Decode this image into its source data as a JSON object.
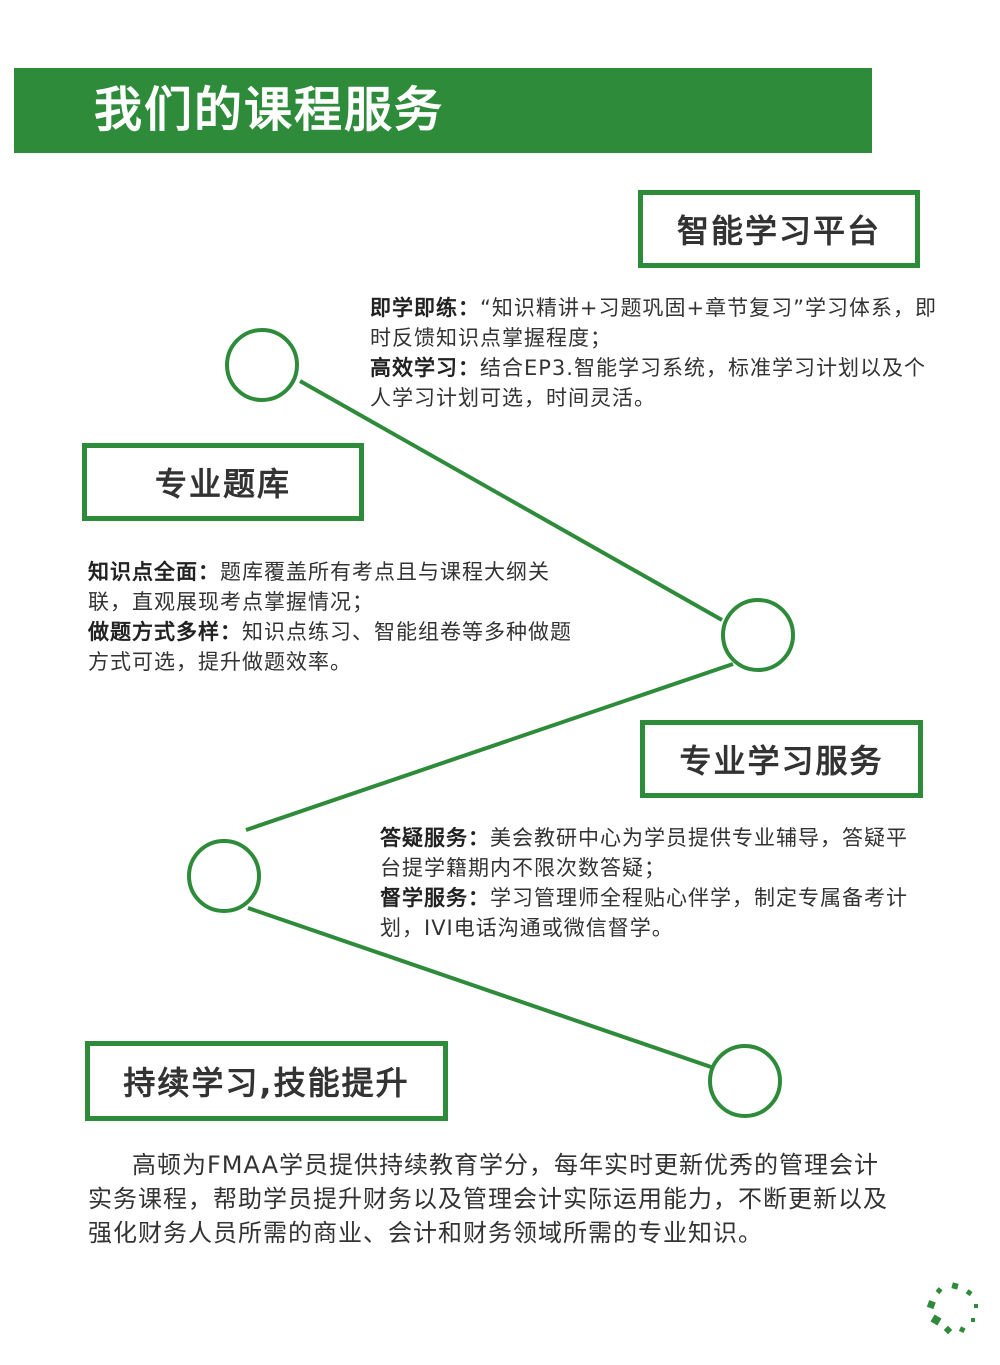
{
  "banner": {
    "title": "我们的课程服务"
  },
  "sections": [
    {
      "title": "智能学习平台",
      "points": [
        {
          "lead": "即学即练：",
          "text": "“知识精讲+习题巩固+章节复习”学习体系，即时反馈知识点掌握程度；"
        },
        {
          "lead": "高效学习：",
          "text": "结合EP3.智能学习系统，标准学习计划以及个人学习计划可选，时间灵活。"
        }
      ]
    },
    {
      "title": "专业题库",
      "points": [
        {
          "lead": "知识点全面：",
          "text": "题库覆盖所有考点且与课程大纲关联，直观展现考点掌握情况；"
        },
        {
          "lead": "做题方式多样：",
          "text": "知识点练习、智能组卷等多种做题方式可选，提升做题效率。"
        }
      ]
    },
    {
      "title": "专业学习服务",
      "points": [
        {
          "lead": "答疑服务：",
          "text": "美会教研中心为学员提供专业辅导，答疑平台提学籍期内不限次数答疑；"
        },
        {
          "lead": "督学服务：",
          "text": "学习管理师全程贴心伴学，制定专属备考计划，IVI电话沟通或微信督学。"
        }
      ]
    },
    {
      "title": "持续学习,技能提升",
      "paragraph": "高顿为FMAA学员提供持续教育学分，每年实时更新优秀的管理会计实务课程，帮助学员提升财务以及管理会计实际运用能力，不断更新以及强化财务人员所需的商业、会计和财务领域所需的专业知识。"
    }
  ],
  "colors": {
    "accent": "#2e8b3a",
    "text": "#333333",
    "background": "#ffffff"
  },
  "icons": {
    "corner_mark": "dotted-ring-icon",
    "timeline_node": "circle-node-icon"
  }
}
